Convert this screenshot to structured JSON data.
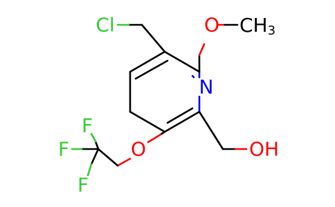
{
  "molecule": {
    "atoms": {
      "cl": {
        "text": "Cl",
        "color": "#33cc33"
      },
      "o_methoxy": {
        "text": "O",
        "color": "#ff0000"
      },
      "ch3": {
        "text": "CH",
        "sub": "3",
        "color": "#000000"
      },
      "n": {
        "text": "N",
        "color": "#0000ff"
      },
      "o_ether": {
        "text": "O",
        "color": "#ff0000"
      },
      "f_top": {
        "text": "F",
        "color": "#33cc33"
      },
      "f_mid": {
        "text": "F",
        "color": "#33cc33"
      },
      "f_bot": {
        "text": "F",
        "color": "#33cc33"
      },
      "oh": {
        "text": "OH",
        "color": "#ff0000"
      }
    }
  }
}
